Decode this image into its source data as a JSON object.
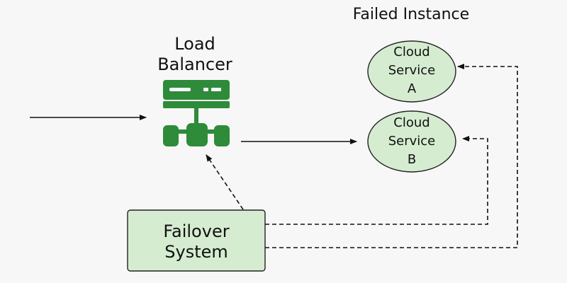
{
  "diagram": {
    "title": "Failed Instance",
    "load_balancer": {
      "label_line1": "Load",
      "label_line2": "Balancer",
      "icon": "load-balancer-icon"
    },
    "services": [
      {
        "line1": "Cloud",
        "line2": "Service",
        "line3": "A"
      },
      {
        "line1": "Cloud",
        "line2": "Service",
        "line3": "B"
      }
    ],
    "failover": {
      "line1": "Failover",
      "line2": "System"
    },
    "colors": {
      "accent_green": "#2e8b3a",
      "fill_green": "#d5ecd0",
      "stroke": "#222222",
      "background": "#f7f7f7"
    }
  }
}
